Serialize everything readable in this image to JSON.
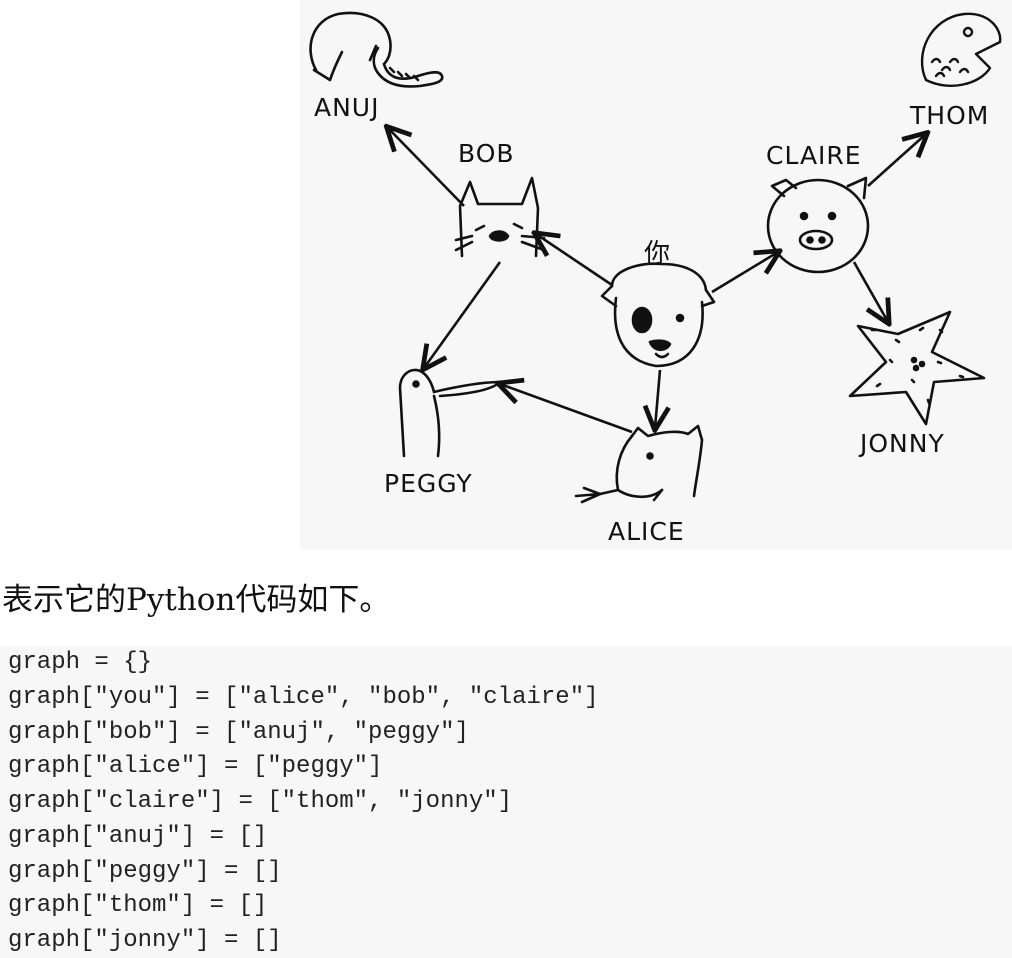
{
  "figure": {
    "you_label": "你",
    "nodes": {
      "anuj": "ANUJ",
      "bob": "BOB",
      "claire": "CLAIRE",
      "thom": "THOM",
      "peggy": "PEGGY",
      "alice": "ALICE",
      "jonny": "JONNY"
    }
  },
  "caption": "表示它的Python代码如下。",
  "code_lines": [
    "graph = {}",
    "graph[\"you\"] = [\"alice\", \"bob\", \"claire\"]",
    "graph[\"bob\"] = [\"anuj\", \"peggy\"]",
    "graph[\"alice\"] = [\"peggy\"]",
    "graph[\"claire\"] = [\"thom\", \"jonny\"]",
    "graph[\"anuj\"] = []",
    "graph[\"peggy\"] = []",
    "graph[\"thom\"] = []",
    "graph[\"jonny\"] = []"
  ]
}
